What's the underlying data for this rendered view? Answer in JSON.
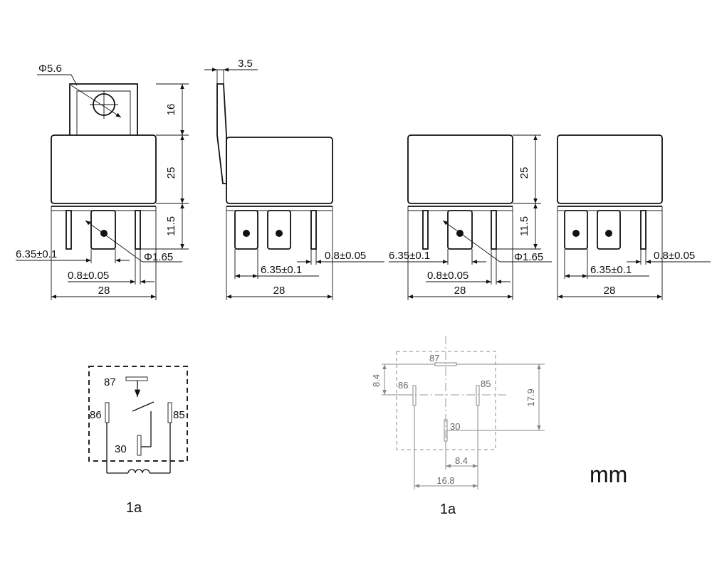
{
  "dims": {
    "hole_dia": "Φ5.6",
    "bracket_thickness": "3.5",
    "bracket_height": "16",
    "body_height": "25",
    "pin_length": "11.5",
    "terminal_width": "6.35±0.1",
    "pin_hole_dia": "Φ1.65",
    "pin_thickness": "0.8±0.05",
    "body_width": "28"
  },
  "schematic": {
    "pins": {
      "p87": "87",
      "p86": "86",
      "p85": "85",
      "p30": "30"
    },
    "caption": "1a"
  },
  "footprint": {
    "pins": {
      "p87": "87",
      "p86": "86",
      "p85": "85",
      "p30": "30"
    },
    "dims": {
      "v_small": "8.4",
      "v_total": "17.9",
      "h_small": "8.4",
      "h_total": "16.8"
    },
    "caption": "1a"
  },
  "unit": "mm"
}
